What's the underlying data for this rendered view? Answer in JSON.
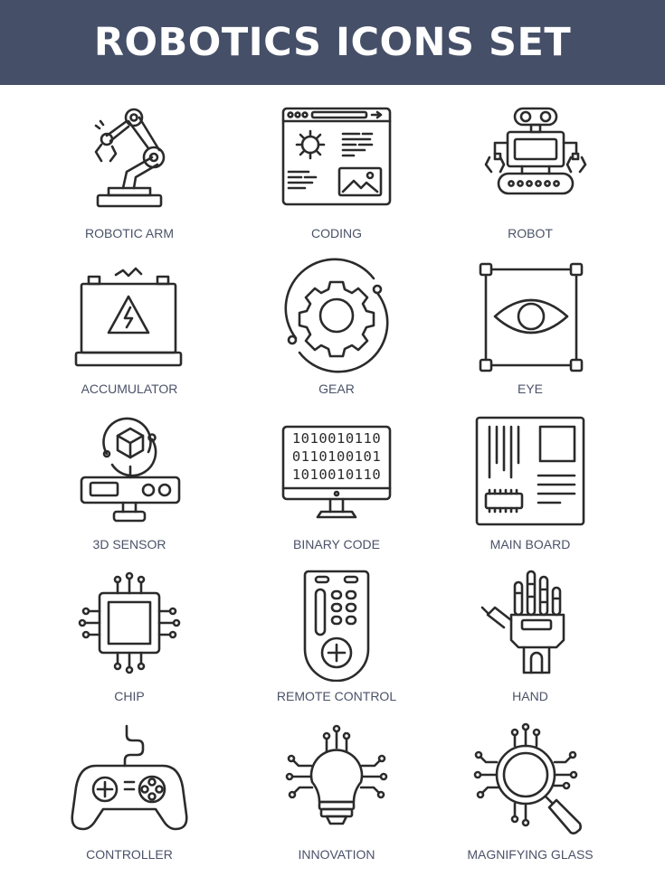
{
  "header": {
    "title": "ROBOTICS ICONS SET",
    "bg_color": "#454f68"
  },
  "icons": [
    {
      "label": "ROBOTIC ARM",
      "icon": "robotic-arm-icon"
    },
    {
      "label": "CODING",
      "icon": "coding-icon"
    },
    {
      "label": "ROBOT",
      "icon": "robot-icon"
    },
    {
      "label": "ACCUMULATOR",
      "icon": "accumulator-icon"
    },
    {
      "label": "GEAR",
      "icon": "gear-icon"
    },
    {
      "label": "EYE",
      "icon": "eye-icon"
    },
    {
      "label": "3D SENSOR",
      "icon": "3d-sensor-icon"
    },
    {
      "label": "BINARY CODE",
      "icon": "binary-code-icon"
    },
    {
      "label": "MAIN BOARD",
      "icon": "main-board-icon"
    },
    {
      "label": "CHIP",
      "icon": "chip-icon"
    },
    {
      "label": "REMOTE CONTROL",
      "icon": "remote-control-icon"
    },
    {
      "label": "HAND",
      "icon": "hand-icon"
    },
    {
      "label": "CONTROLLER",
      "icon": "controller-icon"
    },
    {
      "label": "INNOVATION",
      "icon": "innovation-icon"
    },
    {
      "label": "MAGNIFYING GLASS",
      "icon": "magnifying-glass-icon"
    }
  ],
  "binary_lines": [
    "1010010110",
    "0110100101",
    "1010010110"
  ]
}
